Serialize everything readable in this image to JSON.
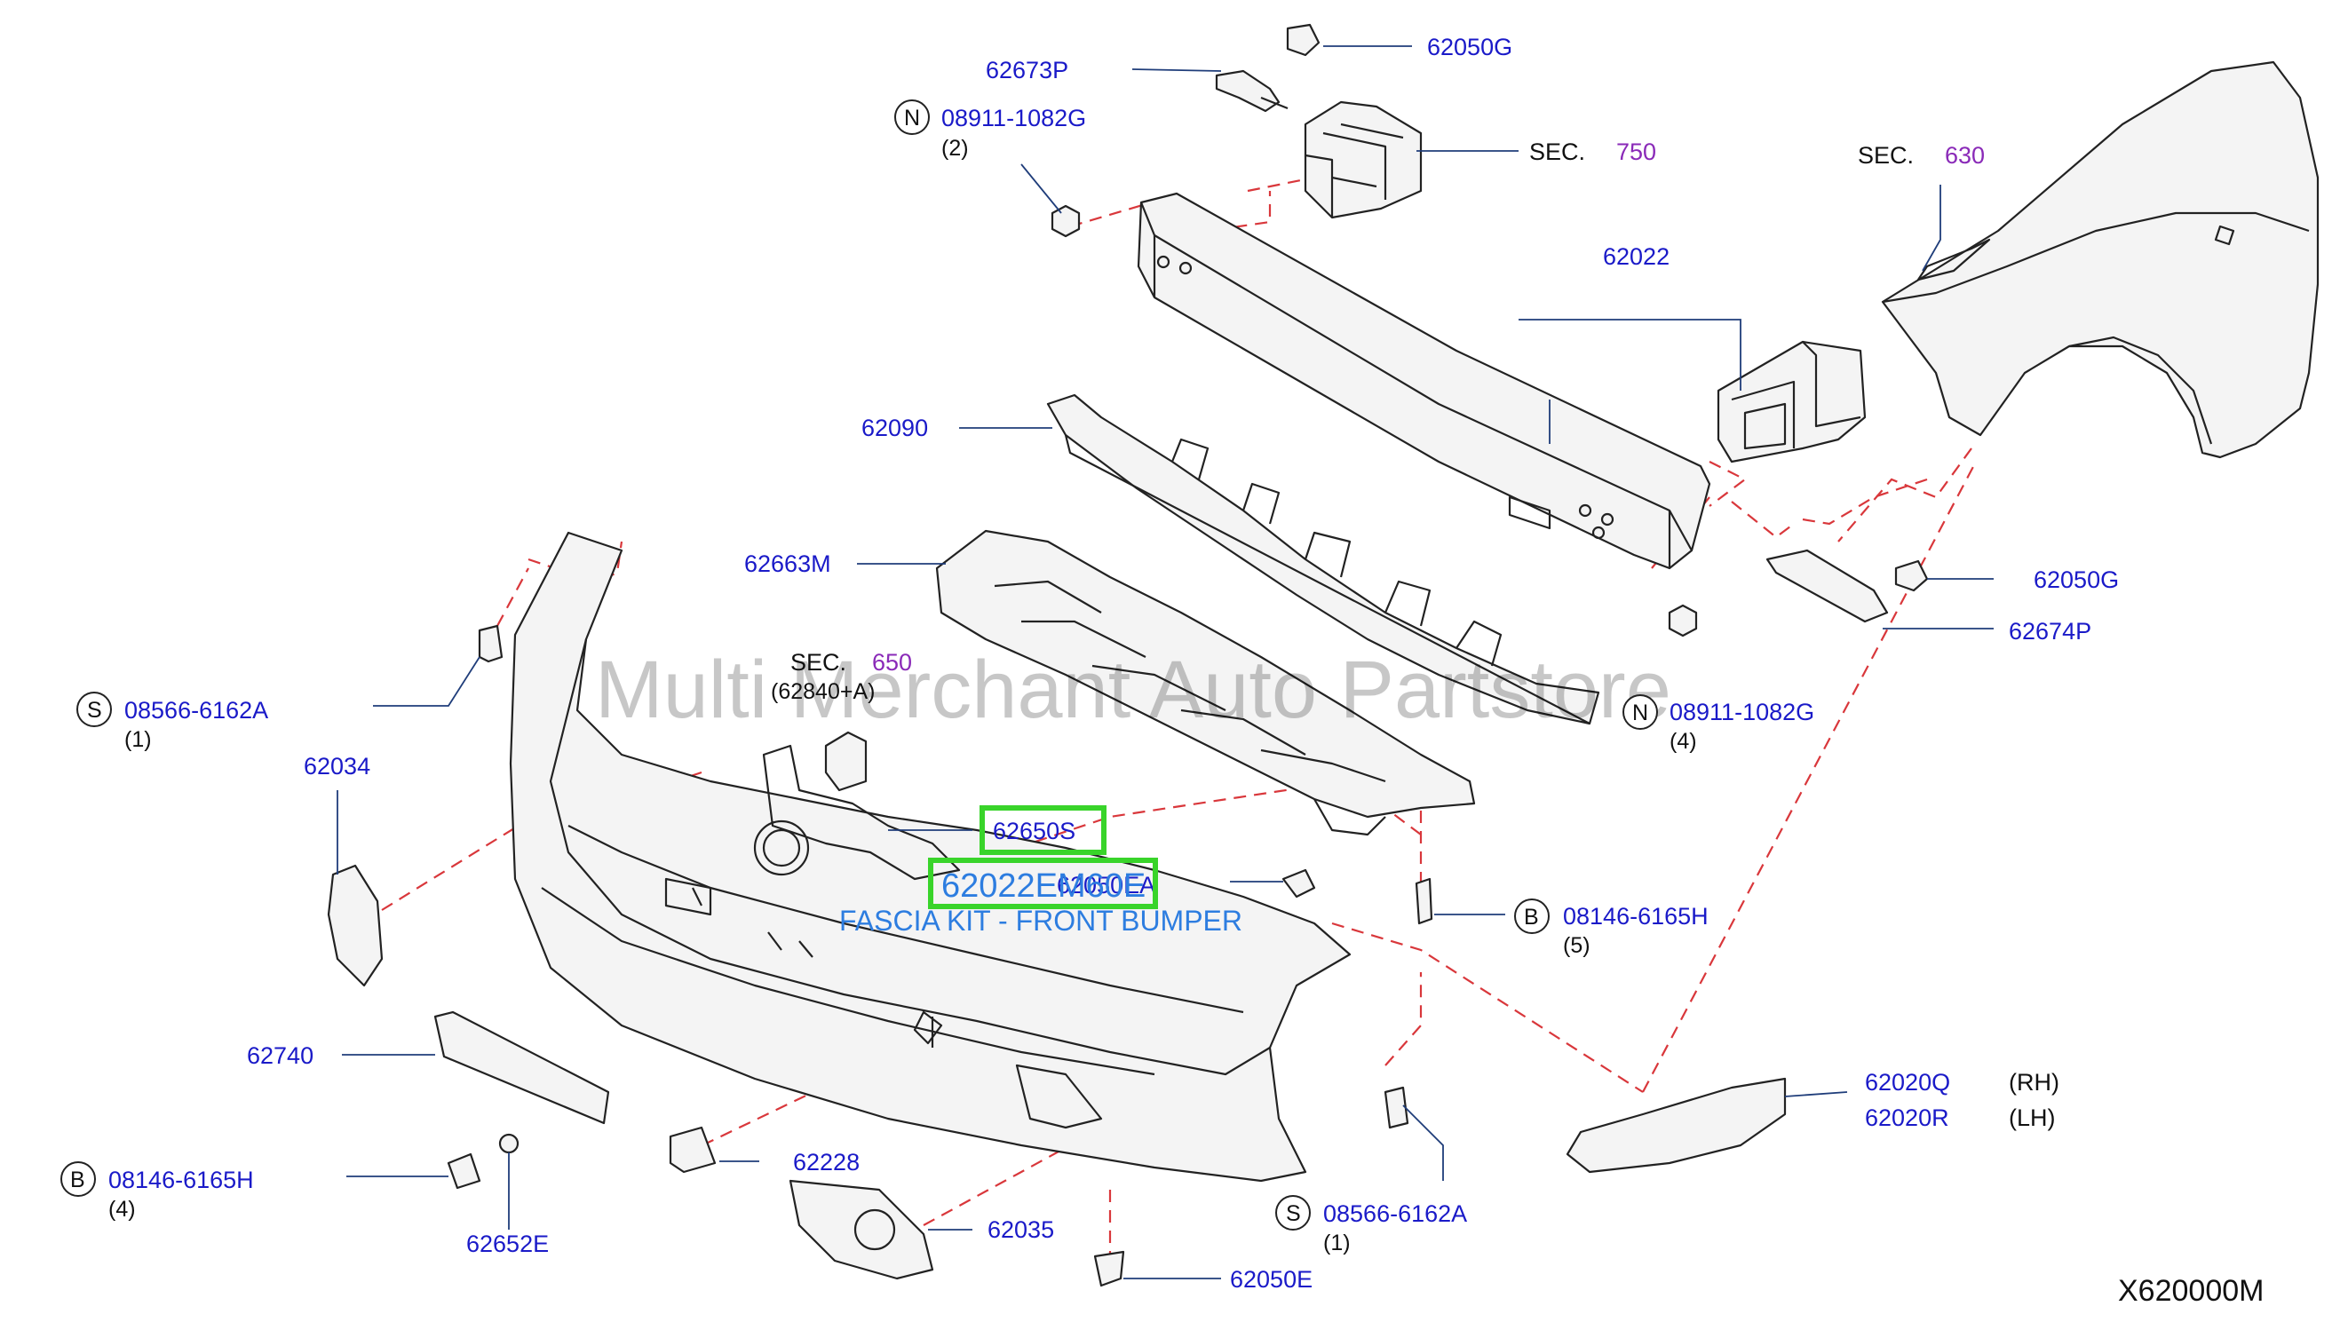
{
  "watermark": "Multi Merchant Auto Partstore",
  "diagram_code": "X620000M",
  "highlighted": {
    "part_a": "62650S",
    "part_b": "62022EM60E",
    "caption": "FASCIA KIT - FRONT BUMPER",
    "obscured_label": "62050EA"
  },
  "sections": [
    {
      "prefix": "SEC.",
      "num": "750"
    },
    {
      "prefix": "SEC.",
      "num": "630"
    },
    {
      "prefix": "SEC.",
      "num": "650",
      "sub": "(62840+A)"
    }
  ],
  "fasteners": {
    "n_top": {
      "letter": "N",
      "pn": "08911-1082G",
      "qty": "(2)"
    },
    "n_right": {
      "letter": "N",
      "pn": "08911-1082G",
      "qty": "(4)"
    },
    "s_left": {
      "letter": "S",
      "pn": "08566-6162A",
      "qty": "(1)"
    },
    "s_bottom": {
      "letter": "S",
      "pn": "08566-6162A",
      "qty": "(1)"
    },
    "b_right": {
      "letter": "B",
      "pn": "08146-6165H",
      "qty": "(5)"
    },
    "b_left": {
      "letter": "B",
      "pn": "08146-6165H",
      "qty": "(4)"
    }
  },
  "parts": {
    "p62673P": "62673P",
    "p62050G_top": "62050G",
    "p62022": "62022",
    "p62090": "62090",
    "p62663M": "62663M",
    "p62050G_right": "62050G",
    "p62674P": "62674P",
    "p62034": "62034",
    "p62740": "62740",
    "p62228": "62228",
    "p62035": "62035",
    "p62652E": "62652E",
    "p62050E": "62050E",
    "p62020Q": "62020Q",
    "p62020R": "62020R",
    "rh": "(RH)",
    "lh": "(LH)"
  }
}
